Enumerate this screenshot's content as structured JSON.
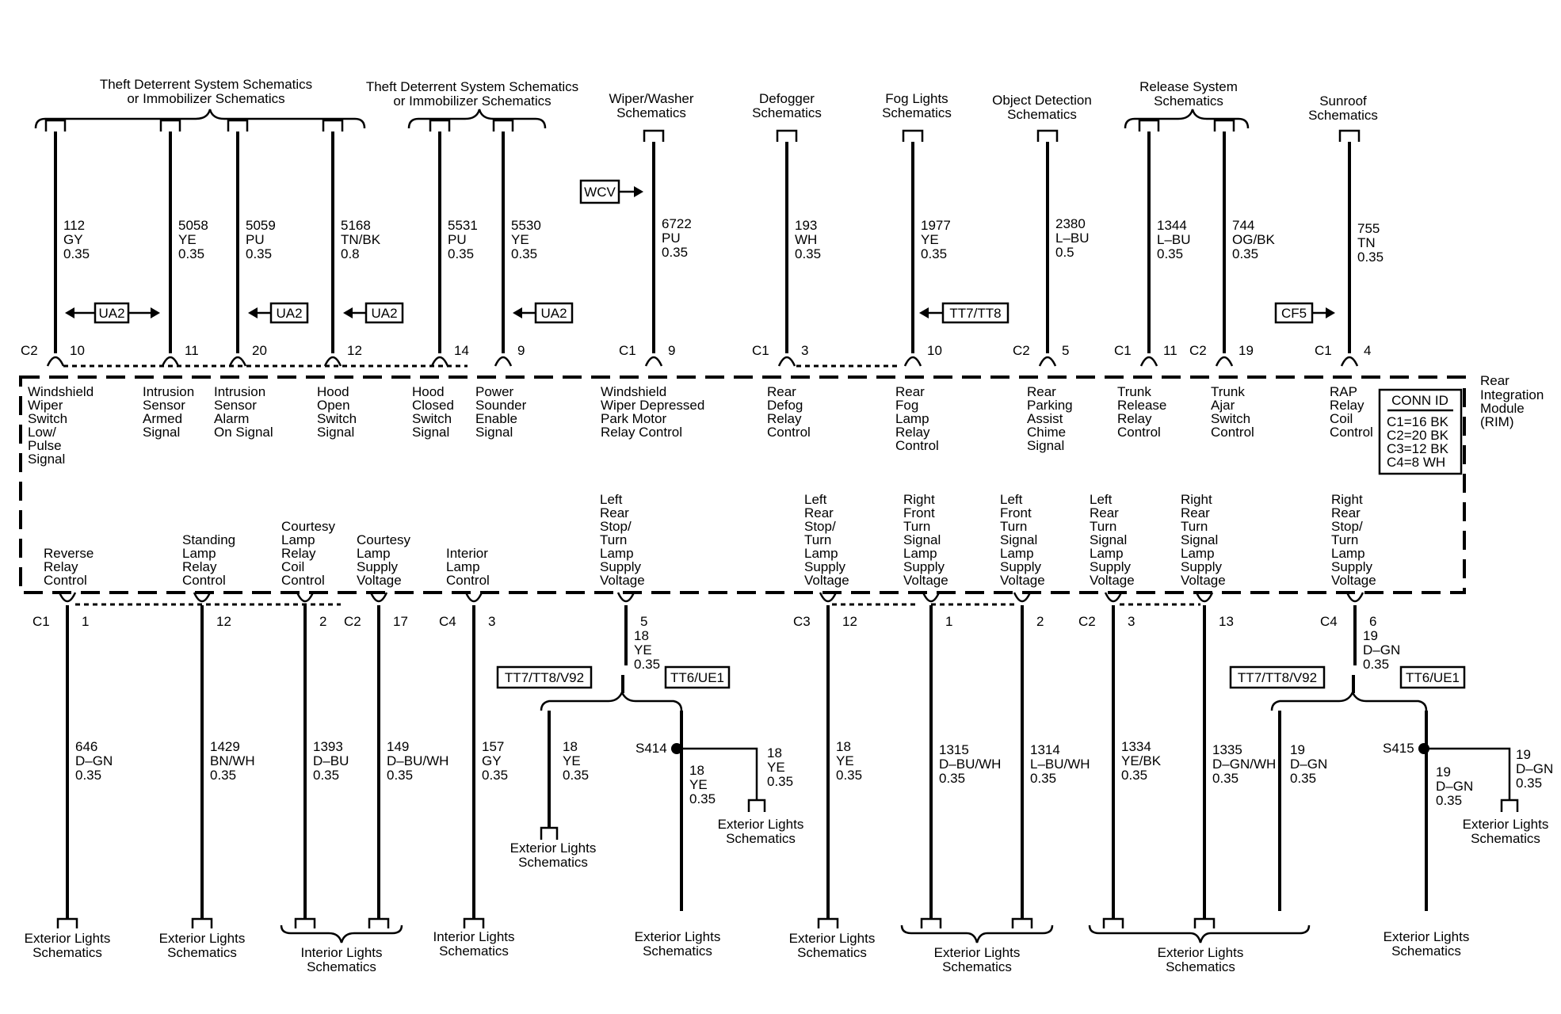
{
  "module": {
    "name": [
      "Rear",
      "Integration",
      "Module",
      "(RIM)"
    ],
    "conn_id": {
      "title": "CONN ID",
      "lines": [
        "C1=16 BK",
        "C2=20 BK",
        "C3=12 BK",
        "C4=8 WH"
      ]
    }
  },
  "top_groups": [
    {
      "lines": [
        "Theft Deterrent System Schematics",
        "or Immobilizer Schematics"
      ]
    },
    {
      "lines": [
        "Theft Deterrent System Schematics",
        "or Immobilizer Schematics"
      ]
    },
    {
      "lines": [
        "Wiper/Washer",
        "Schematics"
      ]
    },
    {
      "lines": [
        "Defogger",
        "Schematics"
      ]
    },
    {
      "lines": [
        "Fog Lights",
        "Schematics"
      ]
    },
    {
      "lines": [
        "Object Detection",
        "Schematics"
      ]
    },
    {
      "lines": [
        "Release System",
        "Schematics"
      ]
    },
    {
      "lines": [
        "Sunroof",
        "Schematics"
      ]
    }
  ],
  "top_pins": [
    {
      "conn": "C2",
      "pin": "10",
      "circuit": "112",
      "color": "GY",
      "gauge": "0.35",
      "label": [
        "Windshield",
        "Wiper",
        "Switch",
        "Low/",
        "Pulse",
        "Signal"
      ]
    },
    {
      "conn": "",
      "pin": "11",
      "circuit": "5058",
      "color": "YE",
      "gauge": "0.35",
      "label": [
        "Intrusion",
        "Sensor",
        "Armed",
        "Signal"
      ]
    },
    {
      "conn": "",
      "pin": "20",
      "circuit": "5059",
      "color": "PU",
      "gauge": "0.35",
      "label": [
        "Intrusion",
        "Sensor",
        "Alarm",
        "On Signal"
      ]
    },
    {
      "conn": "",
      "pin": "12",
      "circuit": "5168",
      "color": "TN/BK",
      "gauge": "0.8",
      "label": [
        "Hood",
        "Open",
        "Switch",
        "Signal"
      ]
    },
    {
      "conn": "",
      "pin": "14",
      "circuit": "5531",
      "color": "PU",
      "gauge": "0.35",
      "label": [
        "Hood",
        "Closed",
        "Switch",
        "Signal"
      ]
    },
    {
      "conn": "",
      "pin": "9",
      "circuit": "5530",
      "color": "YE",
      "gauge": "0.35",
      "label": [
        "Power",
        "Sounder",
        "Enable",
        "Signal"
      ]
    },
    {
      "conn": "C1",
      "pin": "9",
      "circuit": "6722",
      "color": "PU",
      "gauge": "0.35",
      "label": [
        "Windshield",
        "Wiper Depressed",
        "Park Motor",
        "Relay Control"
      ]
    },
    {
      "conn": "C1",
      "pin": "3",
      "circuit": "193",
      "color": "WH",
      "gauge": "0.35",
      "label": [
        "Rear",
        "Defog",
        "Relay",
        "Control"
      ]
    },
    {
      "conn": "",
      "pin": "10",
      "circuit": "1977",
      "color": "YE",
      "gauge": "0.35",
      "label": [
        "Rear",
        "Fog",
        "Lamp",
        "Relay",
        "Control"
      ]
    },
    {
      "conn": "C2",
      "pin": "5",
      "circuit": "2380",
      "color": "L–BU",
      "gauge": "0.5",
      "label": [
        "Rear",
        "Parking",
        "Assist",
        "Chime",
        "Signal"
      ]
    },
    {
      "conn": "C1",
      "pin": "11",
      "circuit": "1344",
      "color": "L–BU",
      "gauge": "0.35",
      "label": [
        "Trunk",
        "Release",
        "Relay",
        "Control"
      ]
    },
    {
      "conn": "C2",
      "pin": "19",
      "circuit": "744",
      "color": "OG/BK",
      "gauge": "0.35",
      "label": [
        "Trunk",
        "Ajar",
        "Switch",
        "Control"
      ]
    },
    {
      "conn": "C1",
      "pin": "4",
      "circuit": "755",
      "color": "TN",
      "gauge": "0.35",
      "label": [
        "RAP",
        "Relay",
        "Coil",
        "Control"
      ]
    }
  ],
  "option_boxes": {
    "ua2": "UA2",
    "wcv": "WCV",
    "tt7_tt8": "TT7/TT8",
    "cf5": "CF5",
    "tt7_tt8_v92": "TT7/TT8/V92",
    "tt6_ue1": "TT6/UE1"
  },
  "bottom_pins": [
    {
      "conn": "C1",
      "pin": "1",
      "circuit": "646",
      "color": "D–GN",
      "gauge": "0.35",
      "label": [
        "Reverse",
        "Relay",
        "Control"
      ]
    },
    {
      "conn": "",
      "pin": "12",
      "circuit": "1429",
      "color": "BN/WH",
      "gauge": "0.35",
      "label": [
        "Standing",
        "Lamp",
        "Relay",
        "Control"
      ]
    },
    {
      "conn": "",
      "pin": "2",
      "circuit": "1393",
      "color": "D–BU",
      "gauge": "0.35",
      "label": [
        "Courtesy",
        "Lamp",
        "Relay",
        "Coil",
        "Control"
      ]
    },
    {
      "conn": "C2",
      "pin": "17",
      "circuit": "149",
      "color": "D–BU/WH",
      "gauge": "0.35",
      "label": [
        "Courtesy",
        "Lamp",
        "Supply",
        "Voltage"
      ]
    },
    {
      "conn": "C4",
      "pin": "3",
      "circuit": "157",
      "color": "GY",
      "gauge": "0.35",
      "label": [
        "Interior",
        "Lamp",
        "Control"
      ]
    },
    {
      "conn": "",
      "pin": "5",
      "circuit": "18",
      "color": "YE",
      "gauge": "0.35",
      "label": [
        "Left",
        "Rear",
        "Stop/",
        "Turn",
        "Lamp",
        "Supply",
        "Voltage"
      ]
    },
    {
      "conn": "C3",
      "pin": "12",
      "circuit": "18",
      "color": "YE",
      "gauge": "0.35",
      "label": [
        "Left",
        "Rear",
        "Stop/",
        "Turn",
        "Lamp",
        "Supply",
        "Voltage"
      ]
    },
    {
      "conn": "",
      "pin": "1",
      "circuit": "1315",
      "color": "D–BU/WH",
      "gauge": "0.35",
      "label": [
        "Right",
        "Front",
        "Turn",
        "Signal",
        "Lamp",
        "Supply",
        "Voltage"
      ]
    },
    {
      "conn": "",
      "pin": "2",
      "circuit": "1314",
      "color": "L–BU/WH",
      "gauge": "0.35",
      "label": [
        "Left",
        "Front",
        "Turn",
        "Signal",
        "Lamp",
        "Supply",
        "Voltage"
      ]
    },
    {
      "conn": "C2",
      "pin": "3",
      "circuit": "1334",
      "color": "YE/BK",
      "gauge": "0.35",
      "label": [
        "Left",
        "Rear",
        "Turn",
        "Signal",
        "Lamp",
        "Supply",
        "Voltage"
      ]
    },
    {
      "conn": "",
      "pin": "13",
      "circuit": "1335",
      "color": "D–GN/WH",
      "gauge": "0.35",
      "label": [
        "Right",
        "Rear",
        "Turn",
        "Signal",
        "Lamp",
        "Supply",
        "Voltage"
      ]
    },
    {
      "conn": "C4",
      "pin": "6",
      "circuit": "19",
      "color": "D–GN",
      "gauge": "0.35",
      "label": [
        "Right",
        "Rear",
        "Stop/",
        "Turn",
        "Lamp",
        "Supply",
        "Voltage"
      ]
    }
  ],
  "branch_wires": [
    {
      "circuit": "18",
      "color": "YE",
      "gauge": "0.35"
    },
    {
      "circuit": "18",
      "color": "YE",
      "gauge": "0.35"
    },
    {
      "circuit": "18",
      "color": "YE",
      "gauge": "0.35"
    },
    {
      "circuit": "19",
      "color": "D–GN",
      "gauge": "0.35"
    },
    {
      "circuit": "19",
      "color": "D–GN",
      "gauge": "0.35"
    },
    {
      "circuit": "19",
      "color": "D–GN",
      "gauge": "0.35"
    }
  ],
  "splices": [
    "S414",
    "S415"
  ],
  "bottom_groups": [
    {
      "lines": [
        "Exterior Lights",
        "Schematics"
      ]
    },
    {
      "lines": [
        "Exterior Lights",
        "Schematics"
      ]
    },
    {
      "lines": [
        "Interior Lights",
        "Schematics"
      ]
    },
    {
      "lines": [
        "Interior Lights",
        "Schematics"
      ]
    },
    {
      "lines": [
        "Exterior Lights",
        "Schematics"
      ]
    },
    {
      "lines": [
        "Exterior Lights",
        "Schematics"
      ]
    },
    {
      "lines": [
        "Exterior Lights",
        "Schematics"
      ]
    },
    {
      "lines": [
        "Exterior Lights",
        "Schematics"
      ]
    },
    {
      "lines": [
        "Exterior Lights",
        "Schematics"
      ]
    },
    {
      "lines": [
        "Exterior Lights",
        "Schematics"
      ]
    },
    {
      "lines": [
        "Exterior Lights",
        "Schematics"
      ]
    },
    {
      "lines": [
        "Exterior Lights",
        "Schematics"
      ]
    }
  ]
}
